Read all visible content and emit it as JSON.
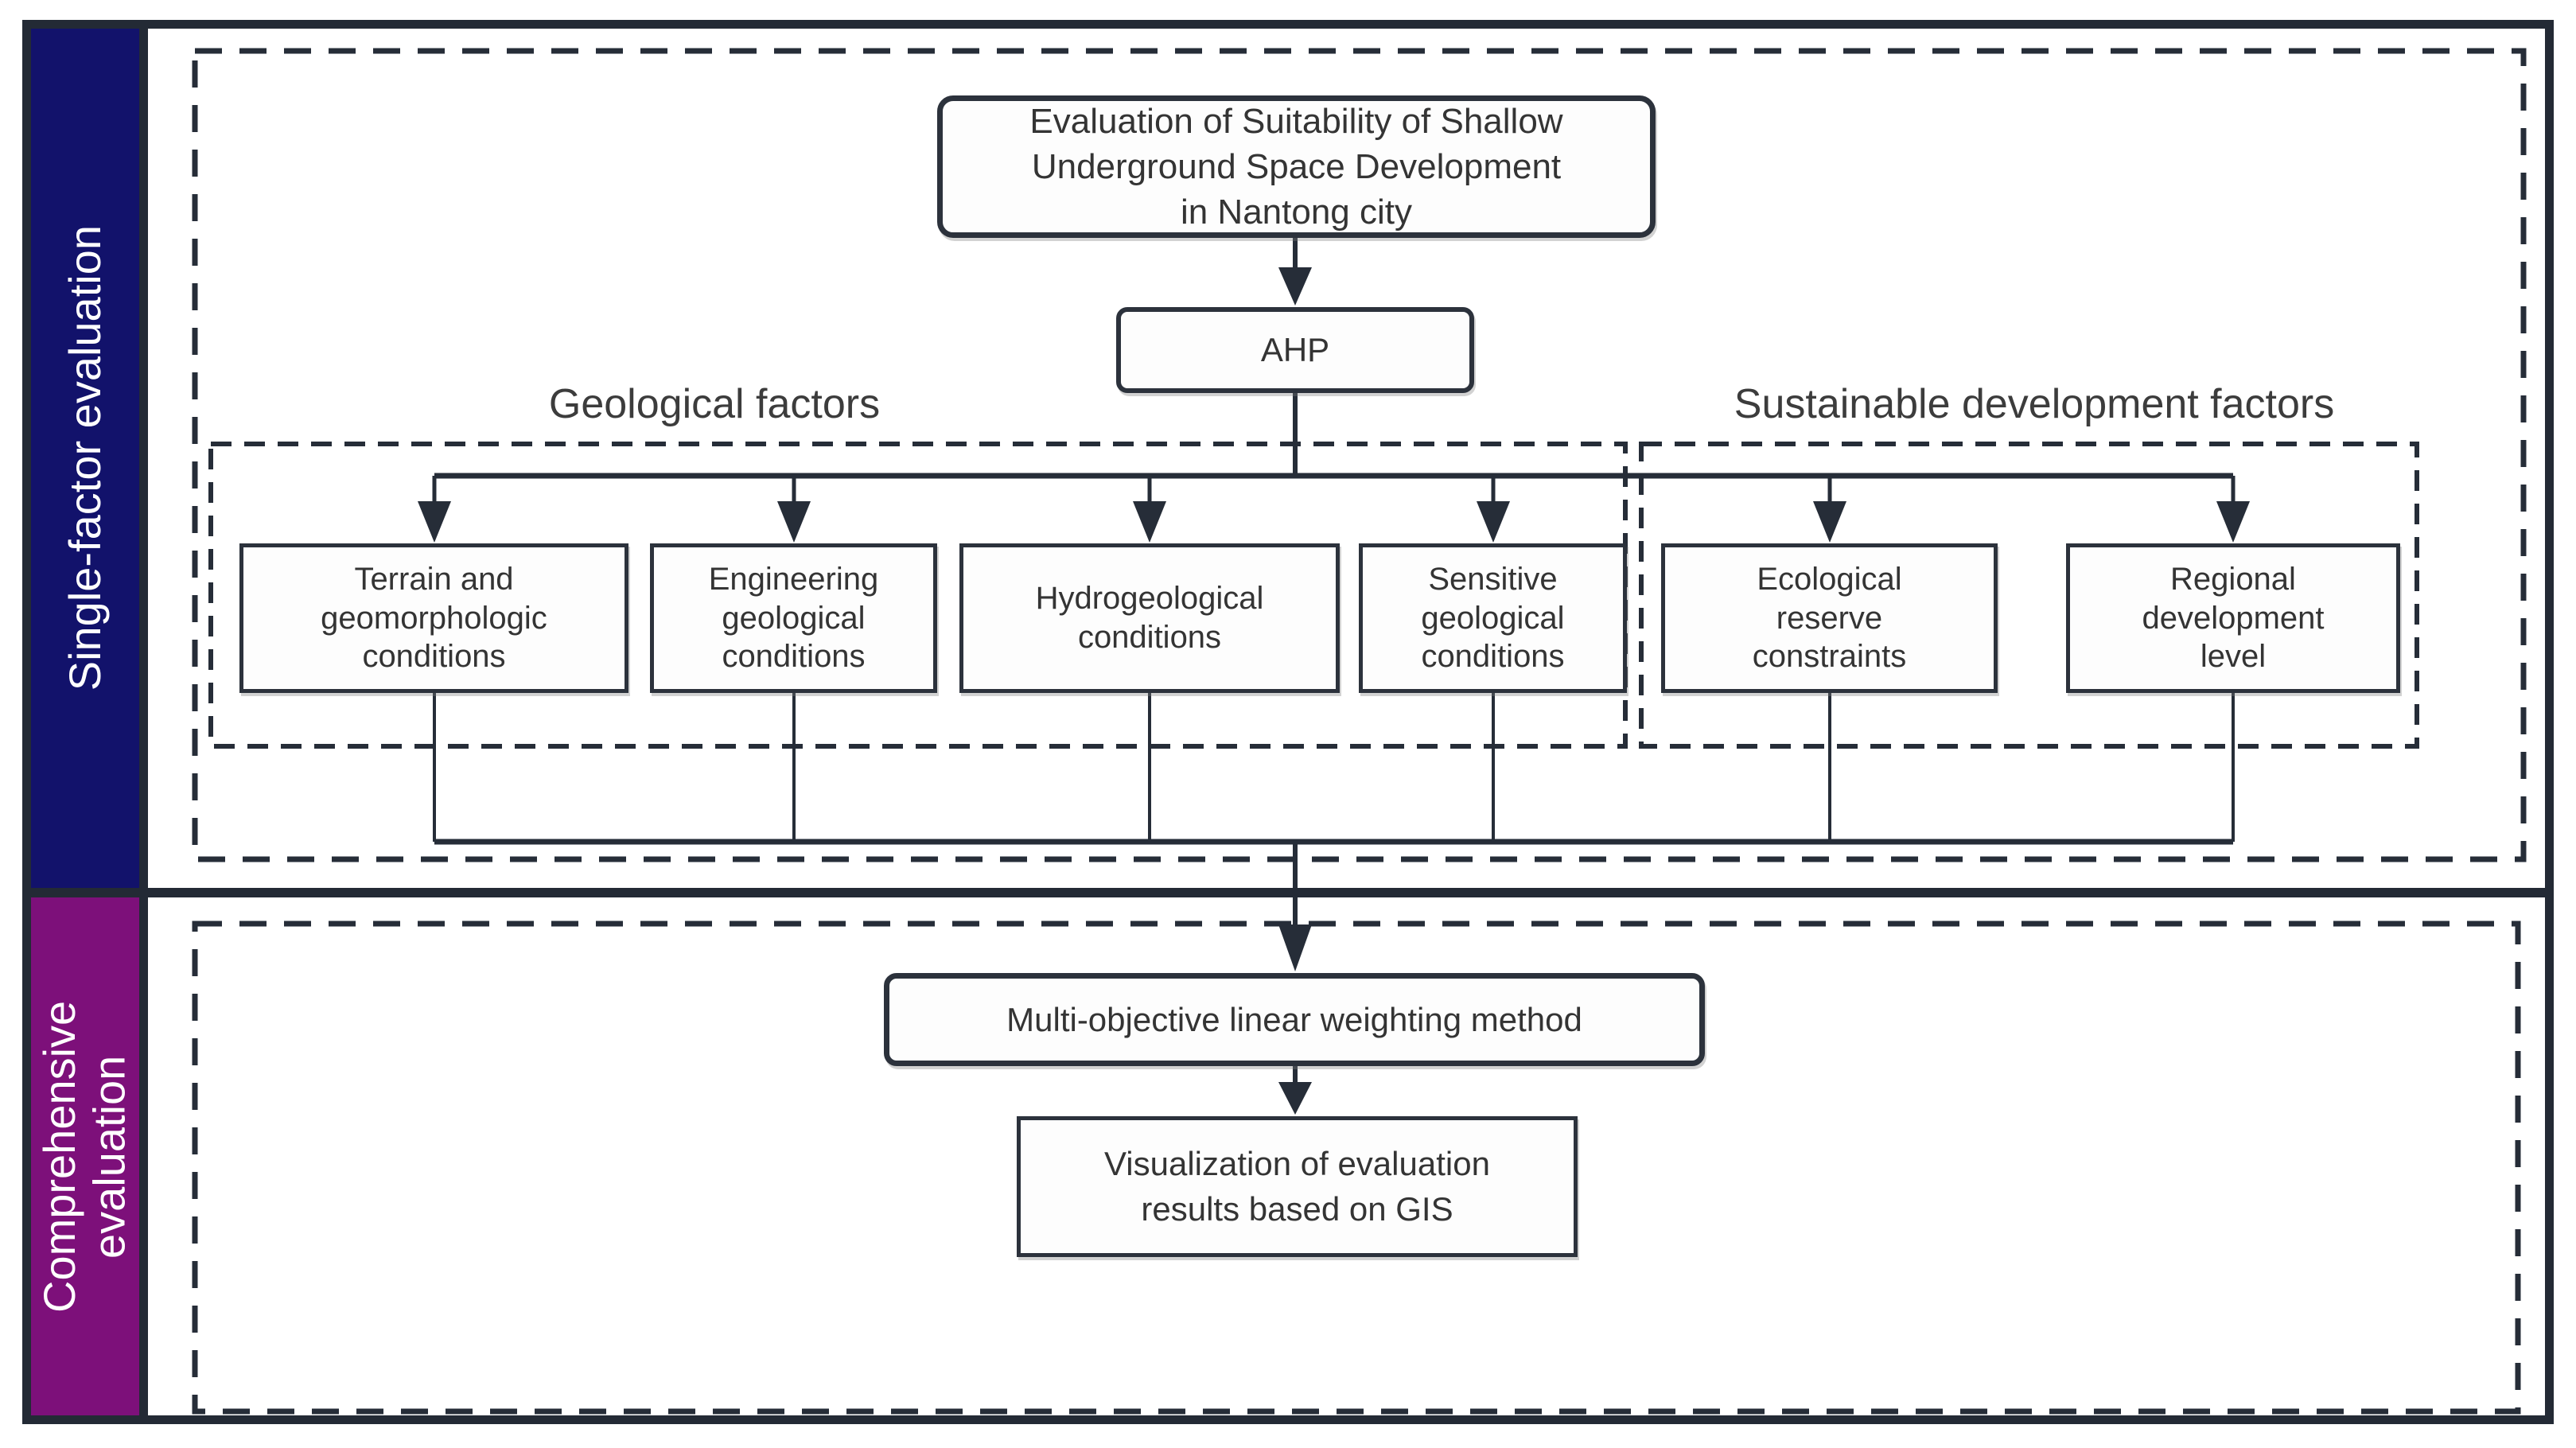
{
  "figure": {
    "sections": [
      {
        "label": "Single-factor evaluation",
        "color": "#12126b"
      },
      {
        "label": "Comprehensive evaluation",
        "color": "#7d107a"
      }
    ],
    "title_box": "Evaluation of Suitability of Shallow\nUnderground Space Development\nin Nantong city",
    "method_box": "AHP",
    "groups": [
      {
        "label": "Geological factors",
        "factors": [
          "Terrain and geomorphologic conditions",
          "Engineering geological conditions",
          "Hydrogeological conditions",
          "Sensitive geological conditions"
        ]
      },
      {
        "label": "Sustainable development factors",
        "factors": [
          "Ecological reserve constraints",
          "Regional development level"
        ]
      }
    ],
    "synthesis_box": "Multi-objective linear weighting method",
    "result_box": "Visualization of evaluation\nresults based on GIS",
    "colors": {
      "line": "#262d38",
      "frame": "#232a35",
      "sidebar_top": "#12126b",
      "sidebar_bottom": "#7d107a",
      "box_background": "#fdfdfd",
      "text": "#343434"
    }
  }
}
